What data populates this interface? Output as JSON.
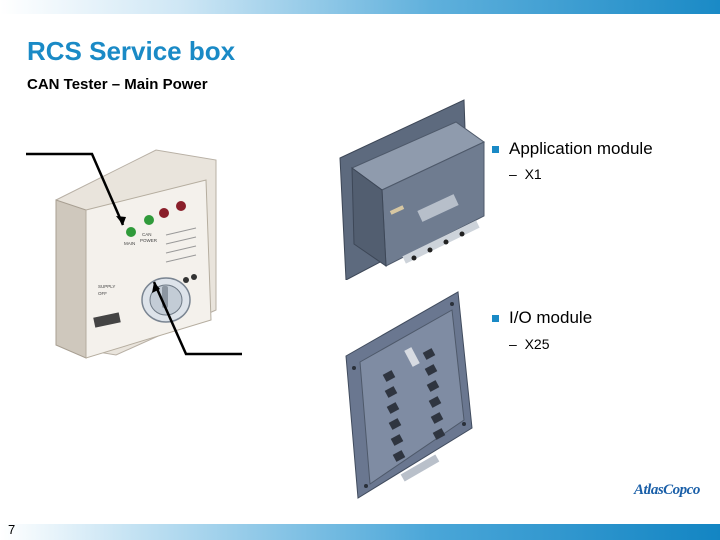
{
  "slide": {
    "title": "RCS Service box",
    "subtitle": "CAN Tester – Main Power",
    "page_number": "7"
  },
  "bullets": [
    {
      "label": "Application module",
      "sub": "X1"
    },
    {
      "label": "I/O module",
      "sub": "X25"
    }
  ],
  "tester_labels": {
    "main": "MAIN",
    "can": "CAN",
    "power": "POWER",
    "supply": "SUPPLY",
    "off": "OFF"
  },
  "logo_text": "AtlasCopco",
  "colors": {
    "accent": "#1a8ac6",
    "brand": "#1a5fa8"
  }
}
